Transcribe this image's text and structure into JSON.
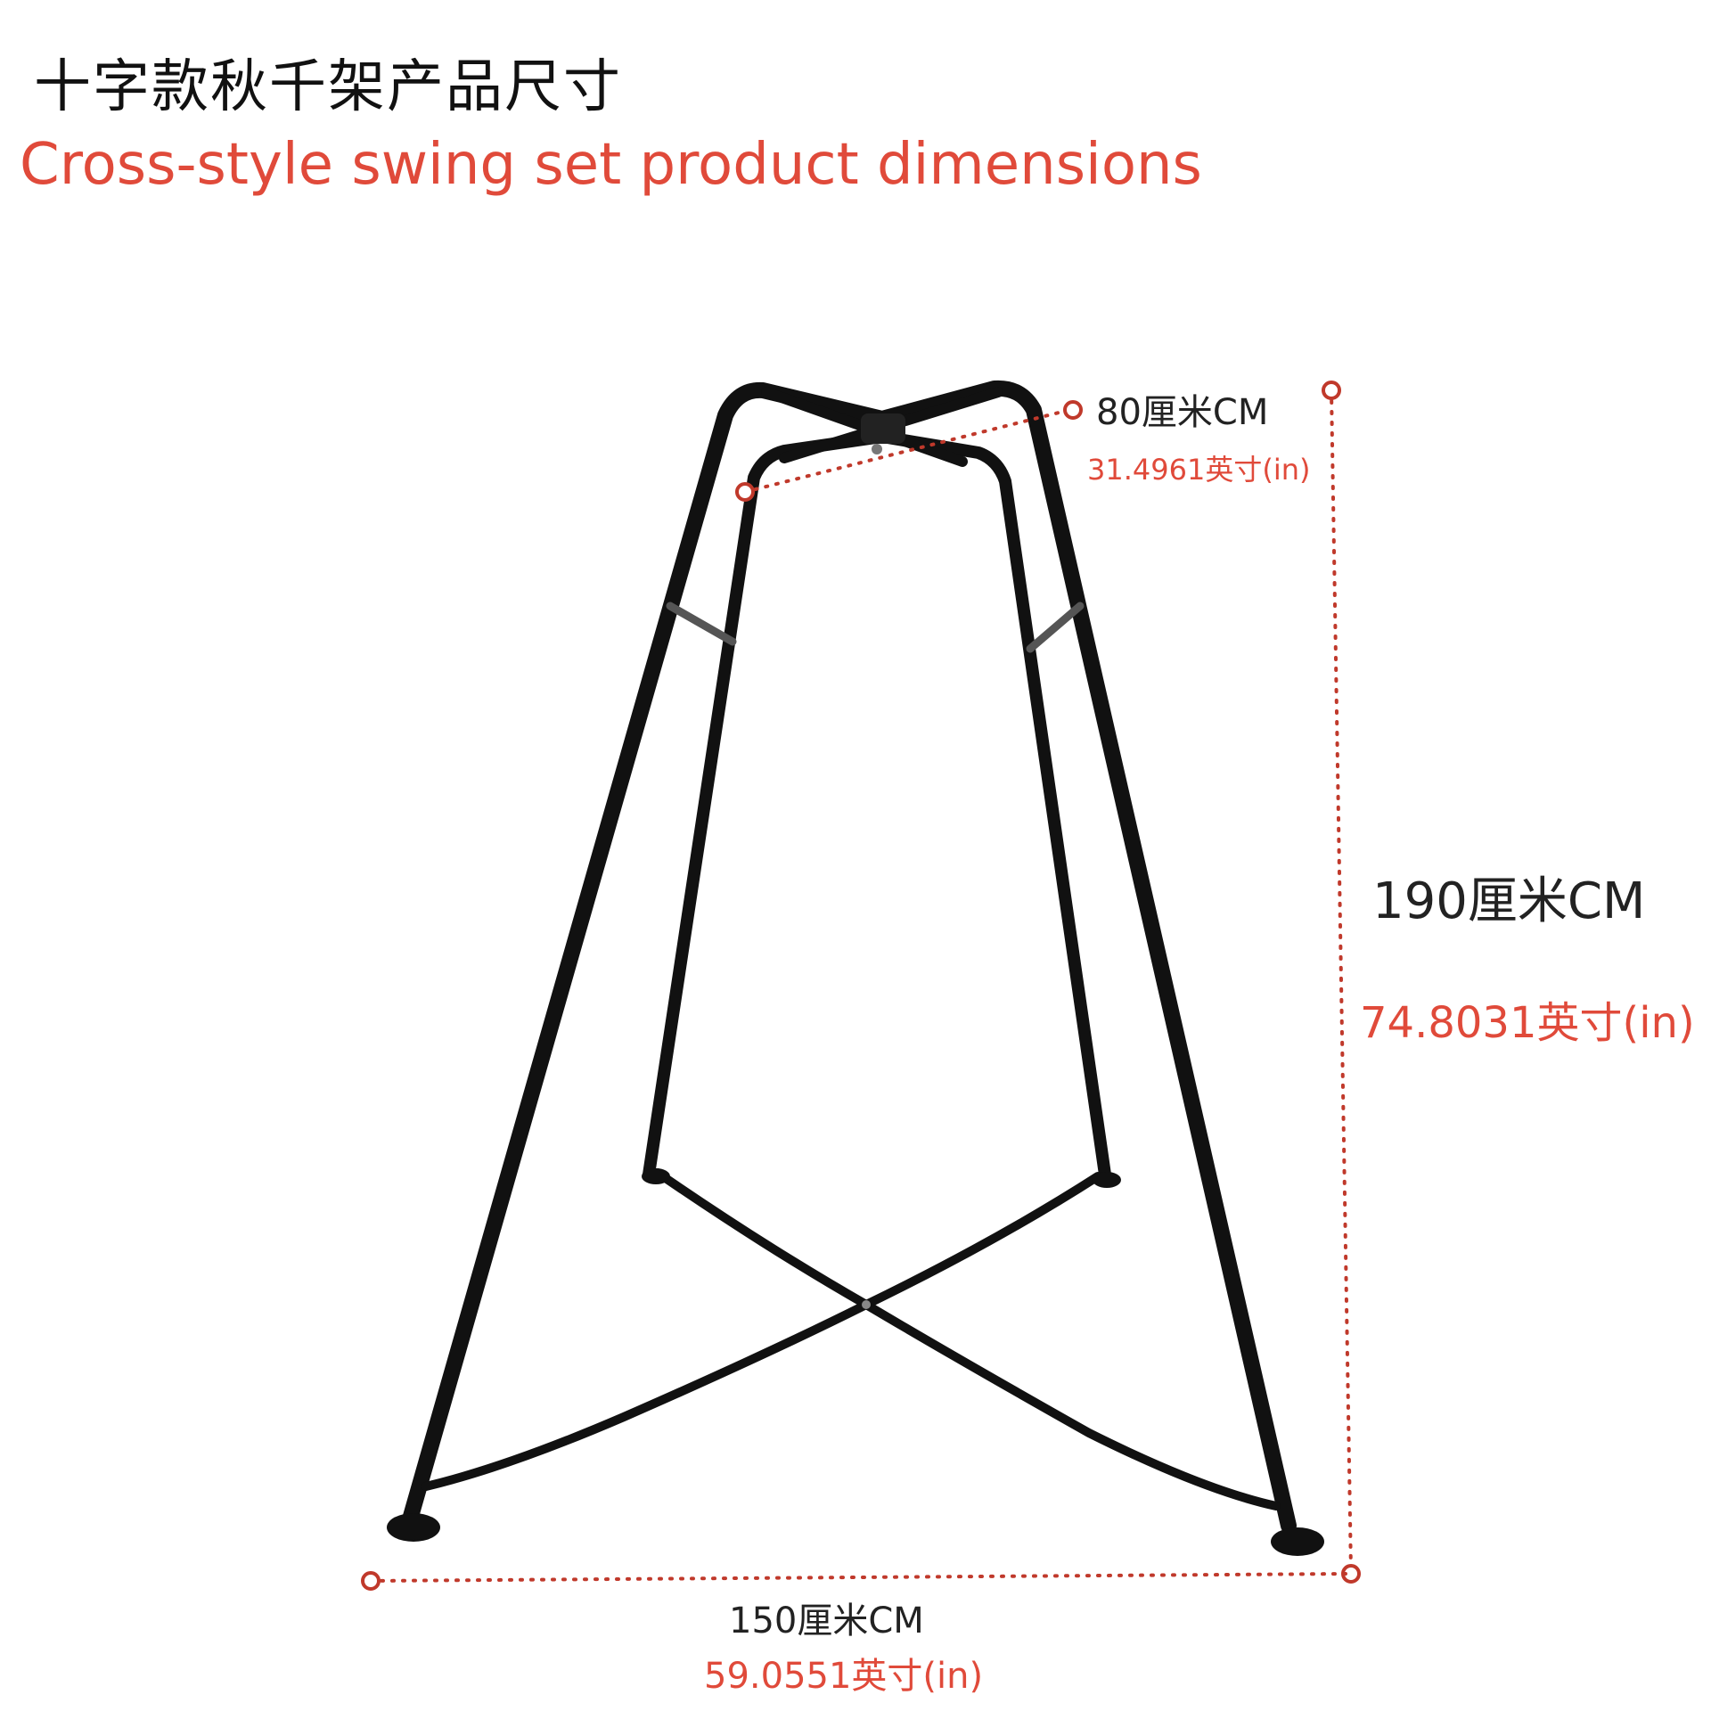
{
  "title_cn": "十字款秋千架产品尺寸",
  "title_en": "Cross-style swing set product dimensions",
  "dimensions": {
    "top_width": {
      "metric": "80厘米CM",
      "imperial": "31.4961英寸(in)"
    },
    "height": {
      "metric": "190厘米CM",
      "imperial": "74.8031英寸(in)"
    },
    "base_width": {
      "metric": "150厘米CM",
      "imperial": "59.0551英寸(in)"
    }
  },
  "colors": {
    "accent": "#e04a3a",
    "frame": "#111111",
    "text": "#222222"
  }
}
